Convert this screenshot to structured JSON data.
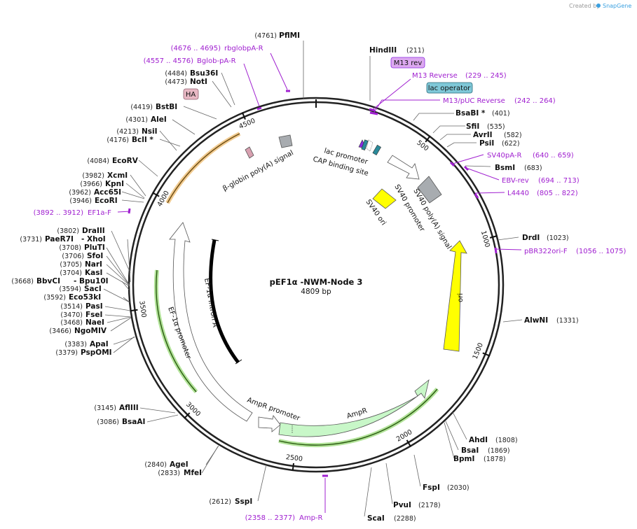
{
  "credit": {
    "prefix": "Created by",
    "brand": "SnapGene"
  },
  "plasmid": {
    "name": "pEF1α -NWM-Node 3",
    "length": "4809 bp"
  },
  "colors": {
    "primer": "#a020d0",
    "ori": "#ffff00",
    "ampr": "#c8f7c8",
    "orf_glow": "#7fd155",
    "orange_glow": "#e8a848",
    "polyA": "#a8acb0",
    "cap": "#2a8a9a",
    "beta_globin": "#d8a0b0"
  },
  "ticks": [
    {
      "bp": 500,
      "label": "500"
    },
    {
      "bp": 1000,
      "label": "1000"
    },
    {
      "bp": 1500,
      "label": "1500"
    },
    {
      "bp": 2000,
      "label": "2000"
    },
    {
      "bp": 2500,
      "label": "2500"
    },
    {
      "bp": 3000,
      "label": "3000"
    },
    {
      "bp": 3500,
      "label": "3500"
    },
    {
      "bp": 4000,
      "label": "4000"
    },
    {
      "bp": 4500,
      "label": "4500"
    }
  ],
  "sites": [
    {
      "name": "PflMI",
      "pos": "(4761)"
    },
    {
      "name": "HindIII",
      "pos": "(211)"
    },
    {
      "name": "BsaBI *",
      "pos": "(401)"
    },
    {
      "name": "SfiI",
      "pos": "(535)"
    },
    {
      "name": "AvrII",
      "pos": "(582)"
    },
    {
      "name": "PsiI",
      "pos": "(622)"
    },
    {
      "name": "BsmI",
      "pos": "(683)"
    },
    {
      "name": "DrdI",
      "pos": "(1023)"
    },
    {
      "name": "AlwNI",
      "pos": "(1331)"
    },
    {
      "name": "AhdI",
      "pos": "(1808)"
    },
    {
      "name": "BsaI",
      "pos": "(1869)"
    },
    {
      "name": "BpmI",
      "pos": "(1878)"
    },
    {
      "name": "FspI",
      "pos": "(2030)"
    },
    {
      "name": "PvuI",
      "pos": "(2178)"
    },
    {
      "name": "ScaI",
      "pos": "(2288)"
    },
    {
      "name": "SspI",
      "pos": "(2612)"
    },
    {
      "name": "AgeI",
      "pos": "(2840)"
    },
    {
      "name": "MfeI",
      "pos": "(2833)"
    },
    {
      "name": "BsaAI",
      "pos": "(3086)"
    },
    {
      "name": "AflIII",
      "pos": "(3145)"
    },
    {
      "name": "PspOMI",
      "pos": "(3379)"
    },
    {
      "name": "ApaI",
      "pos": "(3383)"
    },
    {
      "name": "NgoMIV",
      "pos": "(3466)"
    },
    {
      "name": "NaeI",
      "pos": "(3468)"
    },
    {
      "name": "FseI",
      "pos": "(3470)"
    },
    {
      "name": "PasI",
      "pos": "(3514)"
    },
    {
      "name": "Eco53kI",
      "pos": "(3592)"
    },
    {
      "name": "SacI",
      "pos": "(3594)"
    },
    {
      "name": "BbvCI",
      "pos": "(3668)",
      "extra": "- Bpu10I"
    },
    {
      "name": "KasI",
      "pos": "(3704)"
    },
    {
      "name": "NarI",
      "pos": "(3705)"
    },
    {
      "name": "SfoI",
      "pos": "(3706)"
    },
    {
      "name": "PluTI",
      "pos": "(3708)"
    },
    {
      "name": "PaeR7I",
      "pos": "(3731)",
      "extra": "- XhoI"
    },
    {
      "name": "DraIII",
      "pos": "(3802)"
    },
    {
      "name": "EcoRI",
      "pos": "(3946)"
    },
    {
      "name": "Acc65I",
      "pos": "(3962)"
    },
    {
      "name": "KpnI",
      "pos": "(3966)"
    },
    {
      "name": "XcmI",
      "pos": "(3982)"
    },
    {
      "name": "EcoRV",
      "pos": "(4084)"
    },
    {
      "name": "BclI *",
      "pos": "(4176)"
    },
    {
      "name": "NsiI",
      "pos": "(4213)"
    },
    {
      "name": "AleI",
      "pos": "(4301)"
    },
    {
      "name": "BstBI",
      "pos": "(4419)"
    },
    {
      "name": "NotI",
      "pos": "(4473)"
    },
    {
      "name": "Bsu36I",
      "pos": "(4484)"
    }
  ],
  "primers": [
    {
      "name": "rbglobpA-R",
      "range": "(4676 .. 4695)"
    },
    {
      "name": "Bglob-pA-R",
      "range": "(4557 .. 4576)"
    },
    {
      "name": "M13 Reverse",
      "range": "(229 .. 245)"
    },
    {
      "name": "M13/pUC Reverse",
      "range": "(242 .. 264)"
    },
    {
      "name": "SV40pA-R",
      "range": "(640 .. 659)"
    },
    {
      "name": "EBV-rev",
      "range": "(694 .. 713)"
    },
    {
      "name": "L4440",
      "range": "(805 .. 822)"
    },
    {
      "name": "pBR322ori-F",
      "range": "(1056 .. 1075)"
    },
    {
      "name": "Amp-R",
      "range": "(2358 .. 2377)"
    },
    {
      "name": "EF1a-F",
      "range": "(3892 .. 3912)"
    }
  ],
  "boxed_labels": [
    {
      "text": "M13 rev"
    },
    {
      "text": "lac operator"
    },
    {
      "text": "HA"
    }
  ],
  "features": {
    "lac_promoter": "lac promoter",
    "cap_site": "CAP binding site",
    "sv40_polyA": "SV40 poly(A) signal",
    "sv40_promoter": "SV40 promoter",
    "sv40_ori": "SV40 ori",
    "ori": "ori",
    "ampr": "AmpR",
    "ampr_promoter": "AmpR promoter",
    "ef1a_promoter": "EF-1α promoter",
    "ef1a_intron": "EF-1α intron A",
    "beta_globin": "β-globin poly(A) signal"
  }
}
